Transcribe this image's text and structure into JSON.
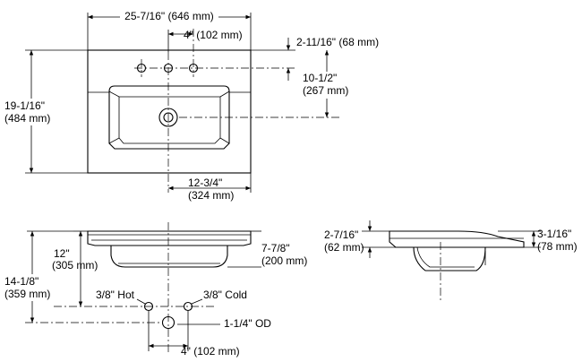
{
  "top_view": {
    "overall_width": "25-7/16\" (646 mm)",
    "faucet_spread": "4\" (102 mm)",
    "faucet_setback": "2-11/16\" (68 mm)",
    "overall_depth_line1": "19-1/16\"",
    "overall_depth_line2": "(484 mm)",
    "drain_setback_line1": "10-1/2\"",
    "drain_setback_line2": "(267 mm)",
    "drain_offset_line1": "12-3/4\"",
    "drain_offset_line2": "(324 mm)"
  },
  "front_view": {
    "drain_height_line1": "12\"",
    "drain_height_line2": "(305 mm)",
    "overall_height_line1": "14-1/8\"",
    "overall_height_line2": "(359 mm)",
    "bowl_depth_line1": "7-7/8\"",
    "bowl_depth_line2": "(200 mm)",
    "hot_supply": "3/8\" Hot",
    "cold_supply": "3/8\" Cold",
    "drain_outlet": "1-1/4\" OD",
    "supply_spread": "4\" (102 mm)"
  },
  "side_view": {
    "rim_height_line1": "2-7/16\"",
    "rim_height_line2": "(62 mm)",
    "deck_height_line1": "3-1/16\"",
    "deck_height_line2": "(78 mm)"
  }
}
